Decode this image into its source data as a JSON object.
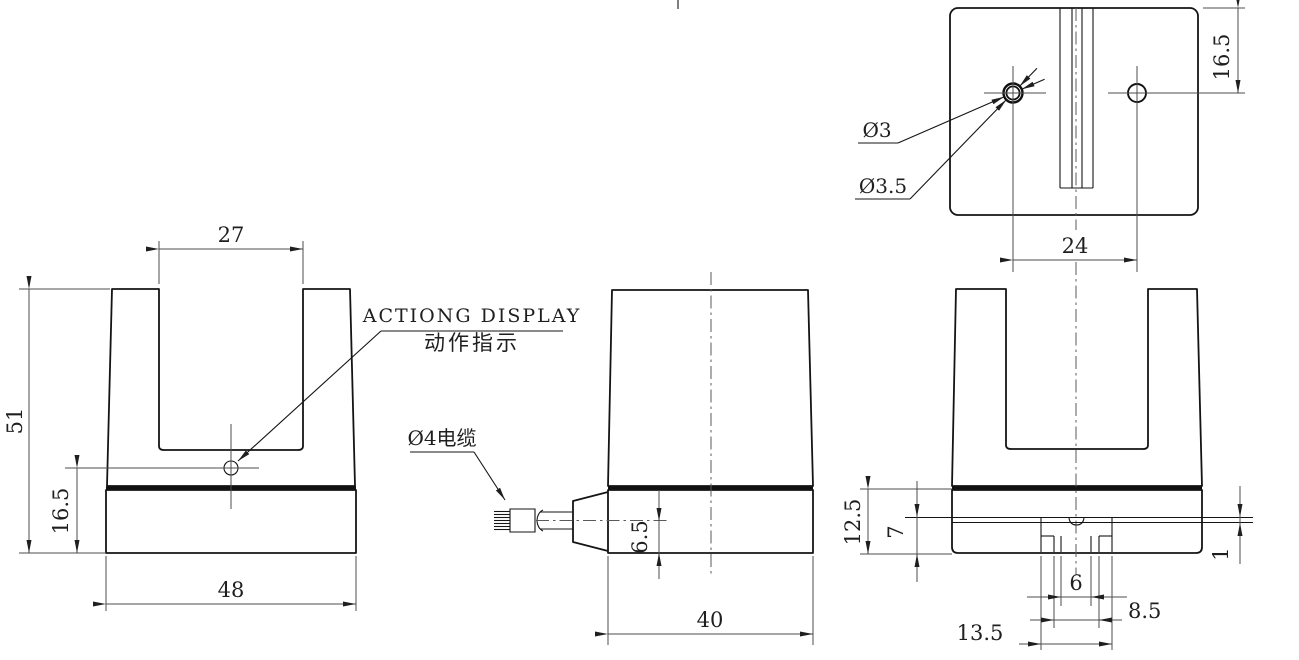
{
  "views": {
    "front": {
      "dims": {
        "slot_width": "27",
        "overall_height": "51",
        "led_center_height": "16.5",
        "overall_width": "48"
      },
      "labels": {
        "indicator_en": "ACTIONG DISPLAY",
        "indicator_zh": "动作指示"
      }
    },
    "side": {
      "dims": {
        "cable_center_to_bottom": "6.5",
        "depth": "40"
      },
      "labels": {
        "cable": "Ø4电缆"
      }
    },
    "rear": {
      "dims": {
        "base_height": "12.5",
        "groove_height": "7",
        "notch_depth": "1",
        "slot_opening": "6",
        "shoulder_width": "8.5",
        "groove_width": "13.5"
      }
    },
    "bottom": {
      "dims": {
        "hole_spacing": "24",
        "edge_to_hole": "16.5"
      },
      "labels": {
        "hole_small": "Ø3",
        "hole_large": "Ø3.5"
      }
    }
  }
}
